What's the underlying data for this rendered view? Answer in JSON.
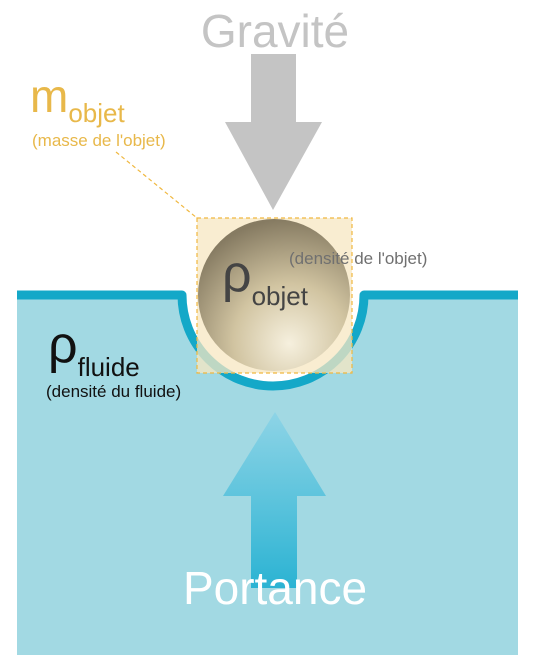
{
  "gravity": {
    "label": "Gravité"
  },
  "buoyancy": {
    "label": "Portance"
  },
  "object_mass": {
    "symbol": "m",
    "subscript": "objet",
    "description": "(masse de l'objet)"
  },
  "object_density": {
    "symbol": "ρ",
    "subscript": "objet",
    "description": "(densité de l'objet)"
  },
  "fluid_density": {
    "symbol": "ρ",
    "subscript": "fluide",
    "description": "(densité du fluide)"
  },
  "colors": {
    "fluid": "#a2d9e3",
    "surface": "#14a8c8",
    "gravity_arrow": "#c4c4c4",
    "gravity_text": "#c4c4c4",
    "buoyancy_arrow_top": "#8ed4e6",
    "buoyancy_arrow_bottom": "#2bb3d3",
    "buoyancy_text": "#ffffff",
    "mass_label": "#e8b84a",
    "mass_box_fill": "#f7e7c2",
    "mass_box_stroke": "#f0b840",
    "sphere_light": "#f6f0de",
    "sphere_mid": "#d1c4a1",
    "sphere_dark": "#867b62",
    "object_density_text": "#444444",
    "object_density_note": "#707070",
    "fluid_density_text": "#111111"
  }
}
